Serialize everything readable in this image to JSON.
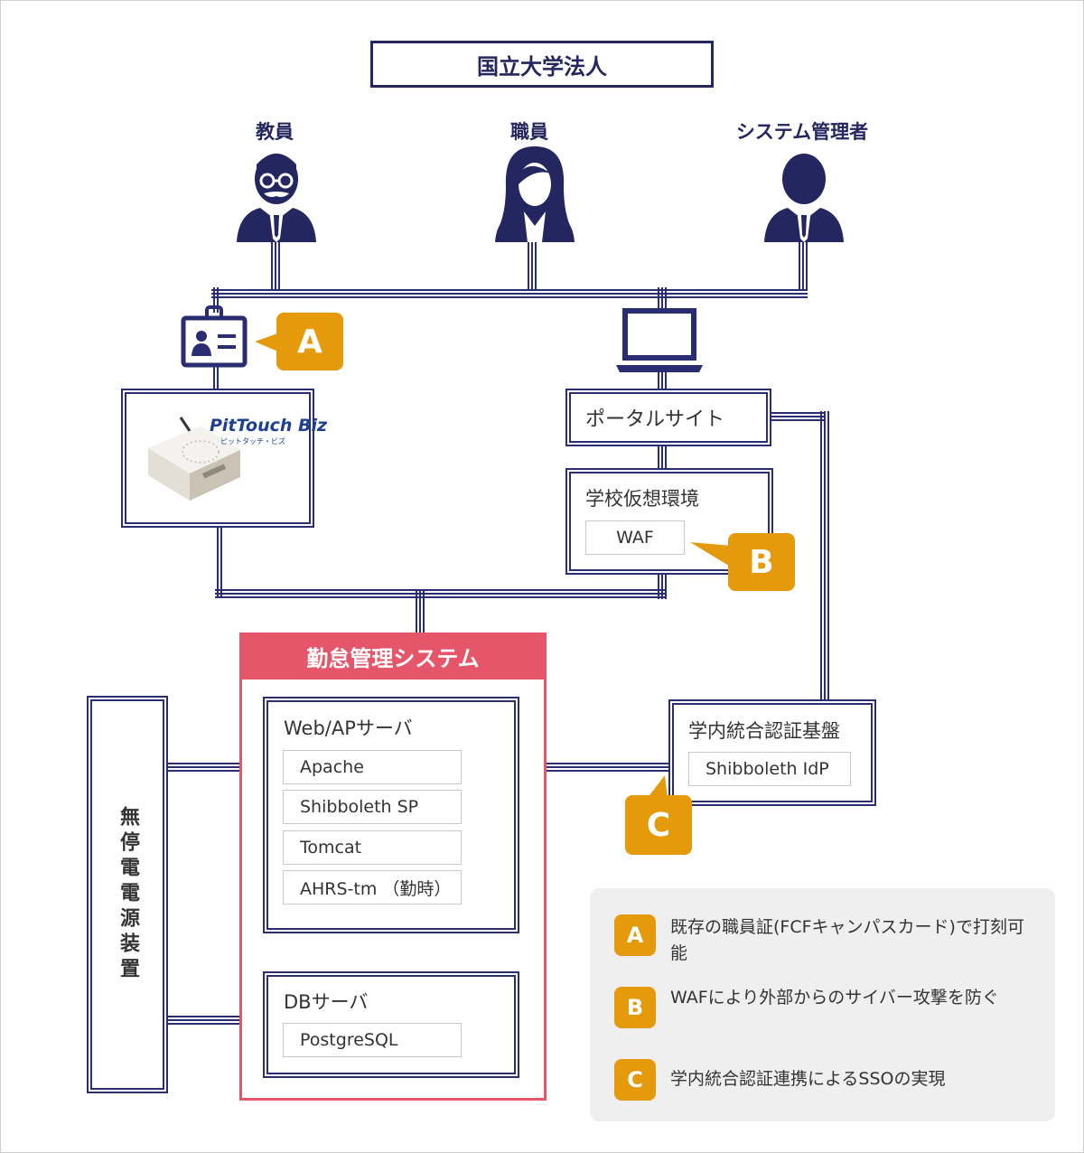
{
  "org": {
    "title": "国立大学法人"
  },
  "actors": [
    {
      "label": "教員"
    },
    {
      "label": "職員"
    },
    {
      "label": "システム管理者"
    }
  ],
  "card_reader": {
    "brand": "PitTouch Biz",
    "brand_sub": "ピットタッチ・ビズ"
  },
  "portal": {
    "label": "ポータルサイト"
  },
  "school_env": {
    "label": "学校仮想環境",
    "waf": "WAF"
  },
  "attendance_system": {
    "title": "勤怠管理システム",
    "web_ap_server": {
      "label": "Web/APサーバ",
      "components": [
        "Apache",
        "Shibboleth SP",
        "Tomcat",
        "AHRS-tm （勤時）"
      ]
    },
    "db_server": {
      "label": "DBサーバ",
      "components": [
        "PostgreSQL"
      ]
    }
  },
  "ups": {
    "label": "無停電電源装置"
  },
  "auth_platform": {
    "label": "学内統合認証基盤",
    "component": "Shibboleth IdP"
  },
  "badges": {
    "a": "A",
    "b": "B",
    "c": "C"
  },
  "legend": [
    {
      "key": "A",
      "text": "既存の職員証(FCFキャンパスカード)で打刻可能"
    },
    {
      "key": "B",
      "text": "WAFにより外部からのサイバー攻撃を防ぐ"
    },
    {
      "key": "C",
      "text": "学内統合認証連携によるSSOの実現"
    }
  ],
  "colors": {
    "navy": "#24265f",
    "orange": "#e59a0c",
    "red": "#e5566a",
    "legend_bg": "#efefef"
  }
}
